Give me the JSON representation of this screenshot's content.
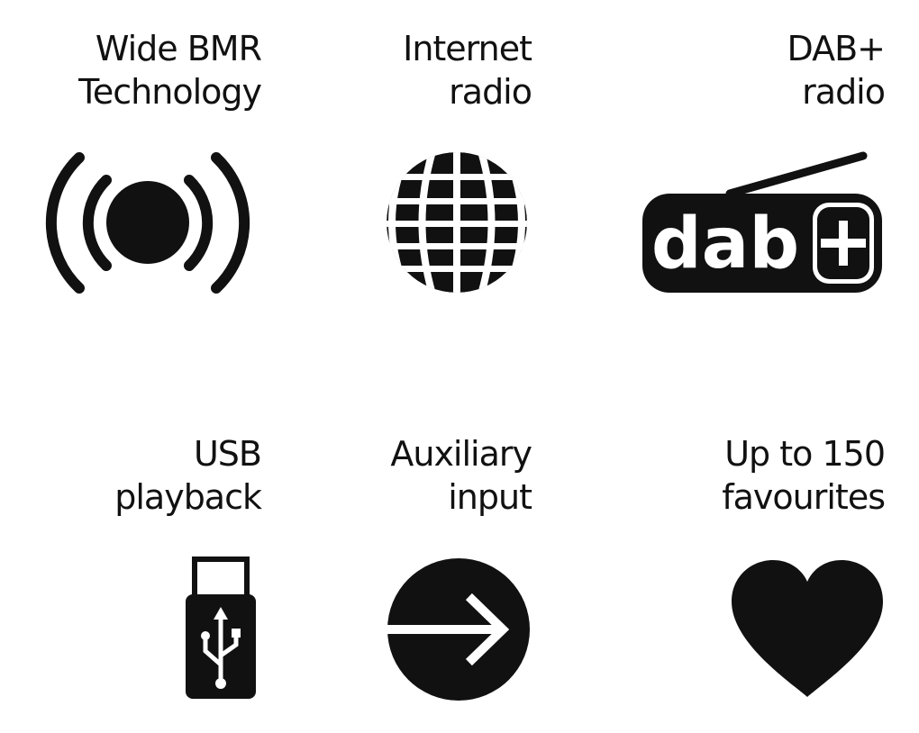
{
  "features": {
    "bmr": {
      "line1": "Wide BMR",
      "line2": "Technology",
      "icon": "speaker-waves-icon"
    },
    "internet": {
      "line1": "Internet",
      "line2": "radio",
      "icon": "globe-icon"
    },
    "dab": {
      "line1": "DAB+",
      "line2": "radio",
      "icon": "dab-plus-radio-icon",
      "badge_text": "dab",
      "badge_plus": "+"
    },
    "usb": {
      "line1": "USB",
      "line2": "playback",
      "icon": "usb-stick-icon"
    },
    "aux": {
      "line1": "Auxiliary",
      "line2": "input",
      "icon": "arrow-circle-icon"
    },
    "favourites": {
      "line1": "Up to 150",
      "line2": "favourites",
      "icon": "heart-icon"
    }
  },
  "colors": {
    "ink": "#111111",
    "background": "#ffffff"
  }
}
